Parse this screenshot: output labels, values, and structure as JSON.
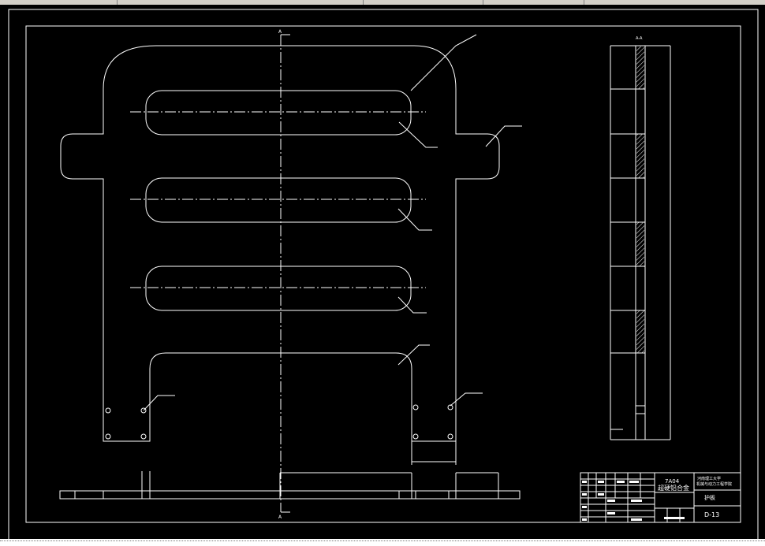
{
  "title_block": {
    "material_code": "7A04",
    "material_name": "超硬铝合金",
    "school_line1": "河南理工大学",
    "school_line2": "机械与动力工程学院",
    "part_name": "护板",
    "drawing_no": "D-13"
  },
  "section": {
    "label": "A-A"
  },
  "views": {
    "cut_mark_top": "A",
    "cut_mark_bottom": "A"
  },
  "colors": {
    "background": "#000000",
    "lines": "#ffffff"
  }
}
